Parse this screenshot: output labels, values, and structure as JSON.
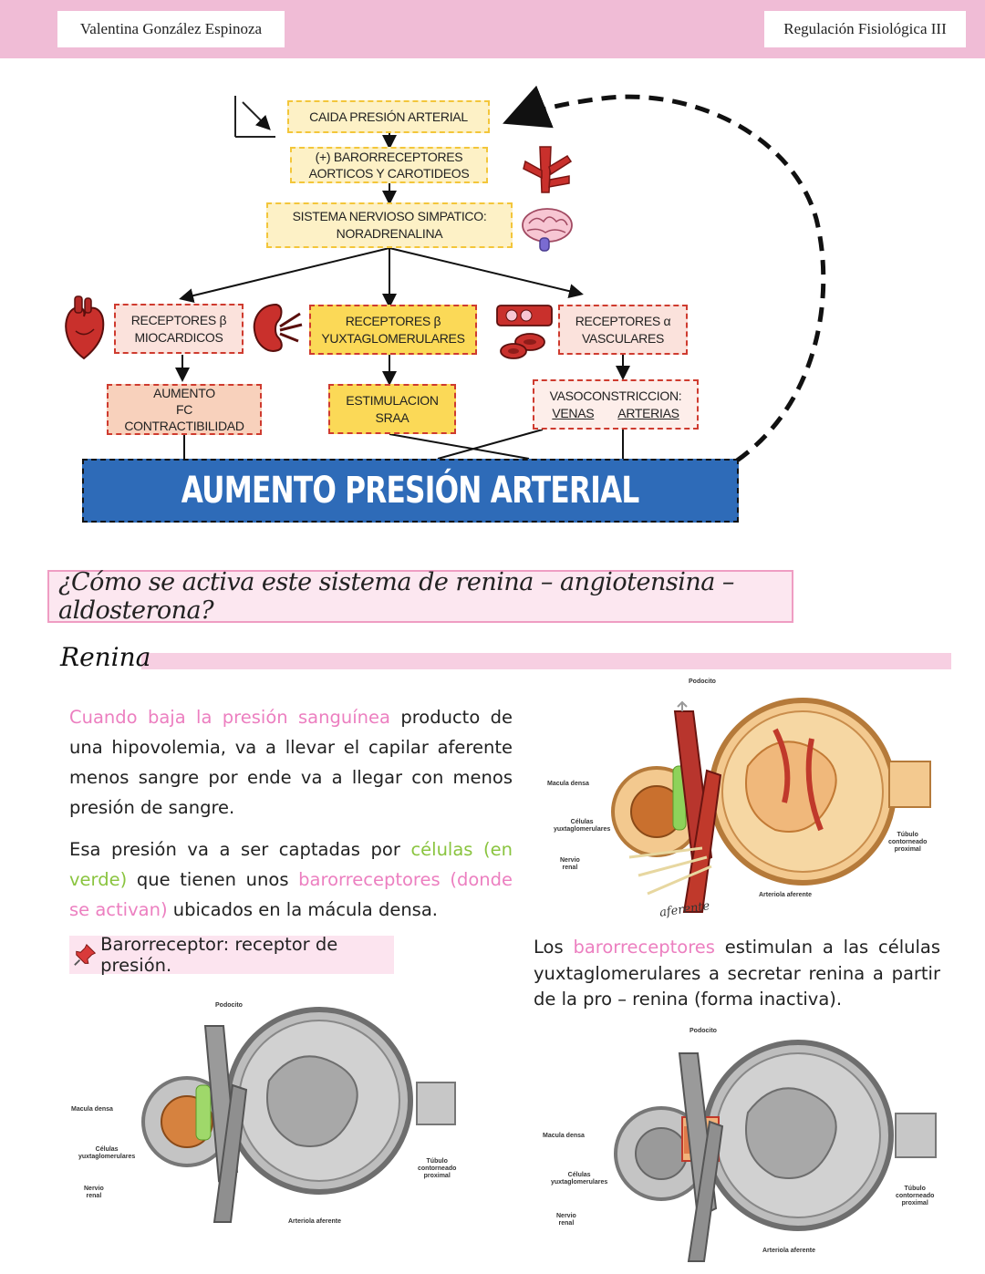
{
  "header": {
    "author": "Valentina González Espinoza",
    "course": "Regulación Fisiológica III"
  },
  "flowchart": {
    "drop": "CAIDA PRESIÓN ARTERIAL",
    "baro_line1": "(+) BARORRECEPTORES",
    "baro_line2": "AORTICOS Y CAROTIDEOS",
    "sns_line1": "SISTEMA NERVIOSO SIMPATICO:",
    "sns_line2": "NORADRENALINA",
    "beta_myo_line1": "RECEPTORES β",
    "beta_myo_line2": "MIOCARDICOS",
    "beta_jg_line1": "RECEPTORES β",
    "beta_jg_line2": "YUXTAGLOMERULARES",
    "alpha_line1": "RECEPTORES α",
    "alpha_line2": "VASCULARES",
    "increase_line1": "AUMENTO",
    "increase_line2": "FC",
    "increase_line3": "CONTRACTIBILIDAD",
    "sraa_line1": "ESTIMULACION",
    "sraa_line2": "SRAA",
    "vaso_line1": "VASOCONSTRICCION:",
    "vaso_veins": "VENAS",
    "vaso_arteries": "ARTERIAS",
    "result": "AUMENTO PRESIÓN ARTERIAL"
  },
  "question": "¿Cómo se activa este sistema de renina – angiotensina – aldosterona?",
  "section": {
    "title": "Renina"
  },
  "paragraph1": {
    "highlight": "Cuando baja la presión sanguínea",
    "rest": " producto de una hipovolemia, va a llevar el capilar aferente menos sangre por ende va a llegar con menos presión de sangre."
  },
  "paragraph2": {
    "part1": "Esa presión va a ser captadas por ",
    "green": "células (en verde)",
    "part2": " que tienen unos ",
    "pink": "barorreceptores (donde se activan)",
    "part3": " ubicados en la mácula densa."
  },
  "note": "Barorreceptor: receptor de presión.",
  "paragraph3": {
    "part1": "Los ",
    "pink": "barorreceptores",
    "part2": " estimulan a las células yuxtaglomerulares a secretar renina a partir de la pro – renina (forma inactiva)."
  },
  "figure_labels": {
    "podocito": "Podocito",
    "macula": "Macula densa",
    "celulas_l1": "Células",
    "celulas_l2": "yuxtaglomerulares",
    "nervio_l1": "Nervio",
    "nervio_l2": "renal",
    "tubulo_l1": "Túbulo",
    "tubulo_l2": "contorneado",
    "tubulo_l3": "proximal",
    "arteriola": "Arteriola aferente",
    "aferente_note": "aferente"
  },
  "colors": {
    "header_pink": "#f0bcd6",
    "result_blue": "#2e6bb8",
    "highlight_pink": "#ec7fc0",
    "highlight_green": "#8ac43f"
  }
}
